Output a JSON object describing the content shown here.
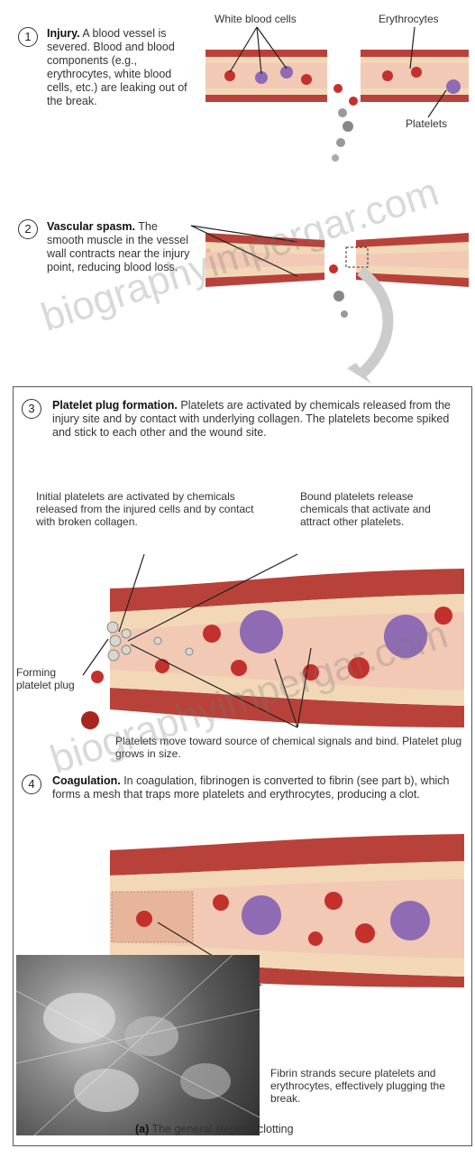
{
  "step1": {
    "number": "1",
    "title": "Injury.",
    "text": "A blood vessel is severed. Blood and blood components (e.g., erythrocytes, white blood cells, etc.) are leaking out of the break.",
    "labels": {
      "white_blood_cells": "White blood cells",
      "erythrocytes": "Erythrocytes",
      "platelets": "Platelets"
    }
  },
  "step2": {
    "number": "2",
    "title": "Vascular spasm.",
    "text": "The smooth muscle in the vessel wall contracts near the injury point, reducing blood loss."
  },
  "step3": {
    "number": "3",
    "title": "Platelet plug formation.",
    "text": "Platelets are activated by chemicals released from the injury site and by contact with underlying collagen. The platelets become spiked and stick to each other and the wound site.",
    "label_initial": "Initial platelets are activated by chemicals released from the injured cells and by contact with broken collagen.",
    "label_bound": "Bound platelets release chemicals that activate and attract other platelets.",
    "label_forming": "Forming platelet plug",
    "label_move": "Platelets move toward source of chemical signals and bind. Platelet plug grows in size."
  },
  "step4": {
    "number": "4",
    "title": "Coagulation.",
    "text": "In coagulation, fibrinogen is converted to fibrin (see part b), which forms a mesh that traps more platelets and erythrocytes, producing a clot.",
    "label_fibrin": "Fibrin strands secure platelets and erythrocytes, effectively plugging the break."
  },
  "caption": {
    "letter": "(a)",
    "text": "The general steps of clotting"
  },
  "watermark": "biographyimpergar.com",
  "colors": {
    "vessel_wall": "#b8423a",
    "vessel_inner": "#f3d8b8",
    "lumen": "#f1c9b4",
    "erythrocyte": "#c4302b",
    "wbc": "#8f6bb3",
    "platelet": "#d9d6cf"
  }
}
